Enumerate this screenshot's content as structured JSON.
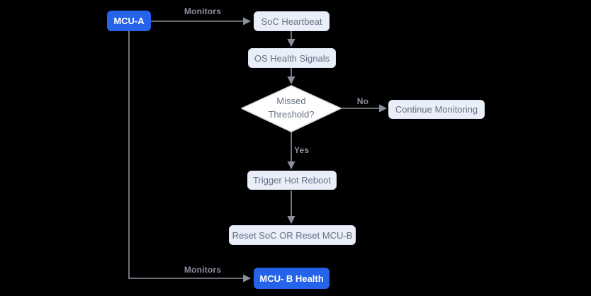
{
  "diagram": {
    "type": "flowchart",
    "colors": {
      "primary_node_bg": "#2563eb",
      "primary_node_text": "#ffffff",
      "process_node_bg": "#e9eef9",
      "process_node_border": "#dde4f2",
      "process_node_text": "#667084",
      "decision_fill": "#ffffff",
      "decision_border": "#d9dde4",
      "decision_text": "#667084",
      "edge_line": "#8a909b",
      "edge_label_text": "#8b919d",
      "canvas_bg": "#000000"
    },
    "nodes": {
      "mcu_a": {
        "label": "MCU-A"
      },
      "soc_heartbeat": {
        "label": "SoC Heartbeat"
      },
      "os_health_signals": {
        "label": "OS Health Signals"
      },
      "missed_threshold": {
        "line1": "Missed",
        "line2": "Threshold?"
      },
      "continue_monitoring": {
        "label": "Continue Monitoring"
      },
      "trigger_hot_reboot": {
        "label": "Trigger Hot Reboot"
      },
      "reset_soc_or_mcu_b": {
        "label": "Reset SoC OR Reset MCU-B"
      },
      "mcu_b_health": {
        "label": "MCU- B Health"
      }
    },
    "edge_labels": {
      "monitors_top": "Monitors",
      "no": "No",
      "yes": "Yes",
      "monitors_bottom": "Monitors"
    }
  }
}
